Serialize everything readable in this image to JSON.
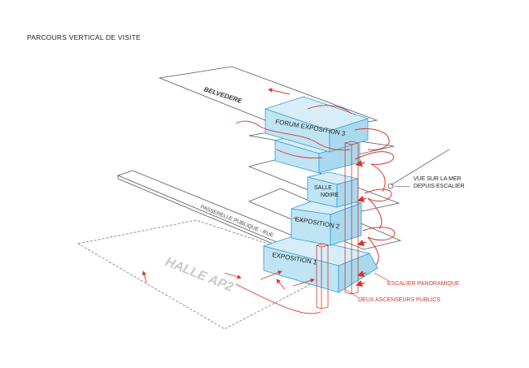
{
  "title": "PARCOURS VERTICAL DE VISITE",
  "labels": {
    "belvedere": "BELVEDERE",
    "forum_exposition_3": "FORUM EXPOSITION 3",
    "salle_noire_line1": "SALLE",
    "salle_noire_line2": "NOIRE",
    "exposition_2": "EXPOSITION 2",
    "exposition_1": "EXPOSITION 1",
    "passerelle": "PASSERELLE PUBLIQUE - RUE",
    "halle": "HALLE AP2",
    "vue_line1": "VUE SUR LA MER",
    "vue_line2": "DEPUIS ESCALIER",
    "escalier": "ESCALIER PANORAMIQUE",
    "ascenseurs": "DEUX ASCENSEURS PUBLICS"
  },
  "colors": {
    "volume_fill": "#bfe4f4",
    "volume_top": "#d7eef9",
    "volume_stroke": "#2f9fd4",
    "route_red": "#d8352a",
    "plate_stroke": "#555555",
    "halle_stroke": "#777777"
  }
}
